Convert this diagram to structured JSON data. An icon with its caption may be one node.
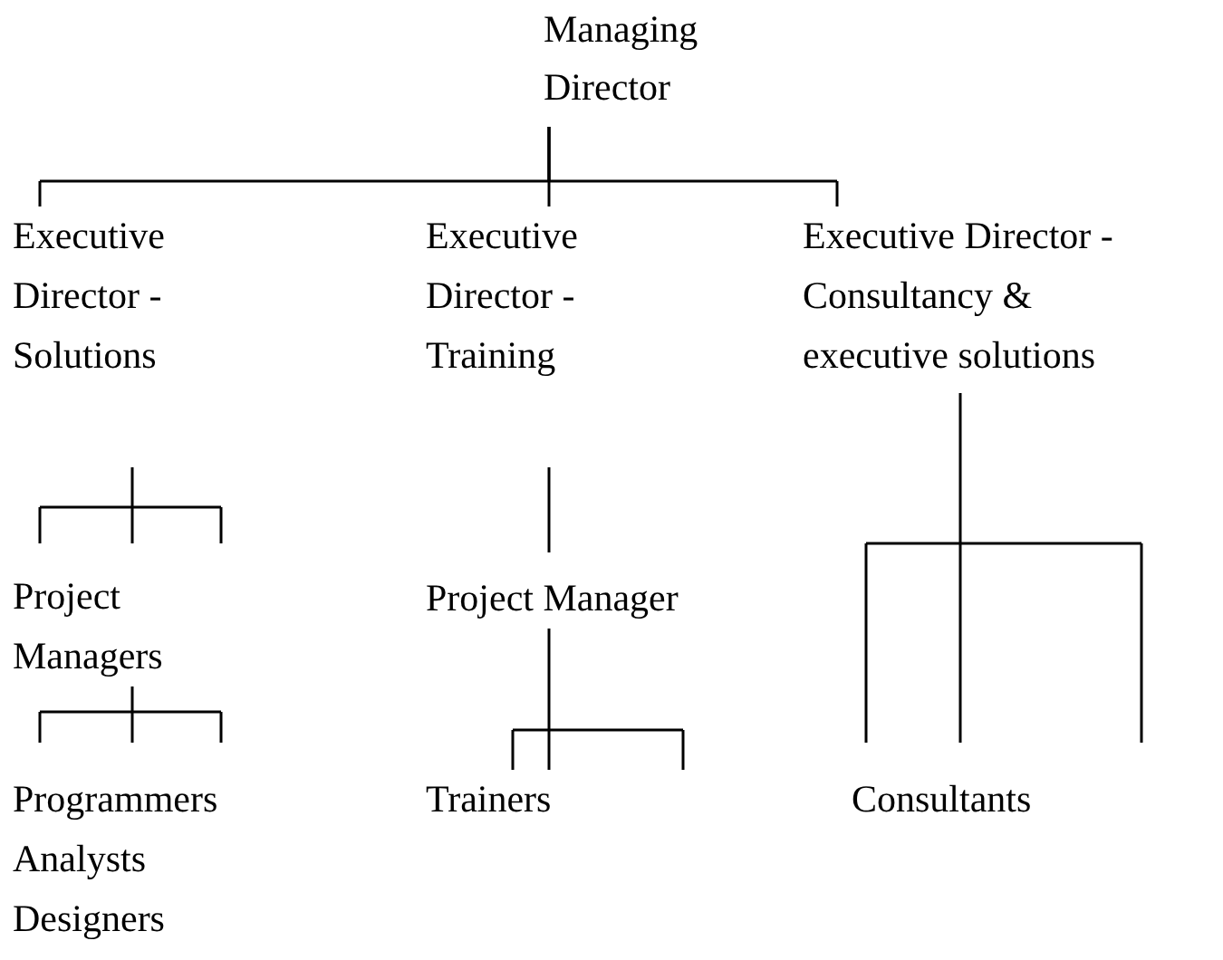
{
  "diagram": {
    "nodes": [
      {
        "text": [
          "Managing Director"
        ]
      },
      {
        "text": [
          "Executive Director - Solutions"
        ]
      },
      {
        "text": [
          "Executive Director - Training"
        ]
      },
      {
        "text": [
          "Executive Director - Consultancy & executive solutions"
        ]
      },
      {
        "text": [
          "Project Managers"
        ]
      },
      {
        "text": [
          "Project Manager"
        ]
      },
      {
        "text": [
          "Programmers",
          "Analysts",
          "Designers"
        ]
      },
      {
        "text": [
          "Trainers"
        ]
      },
      {
        "text": [
          "Consultants"
        ]
      }
    ],
    "edges": [
      {
        "from": 0,
        "to": 1,
        "arrow": "none"
      },
      {
        "from": 0,
        "to": 2,
        "arrow": "none"
      },
      {
        "from": 0,
        "to": 3,
        "arrow": "none"
      },
      {
        "from": 1,
        "to": 4,
        "arrow": "none"
      },
      {
        "from": 4,
        "to": 6,
        "arrow": "none"
      },
      {
        "from": 2,
        "to": 5,
        "arrow": "none"
      },
      {
        "from": 5,
        "to": 7,
        "arrow": "none"
      },
      {
        "from": 3,
        "to": 8,
        "arrow": "none"
      }
    ]
  }
}
